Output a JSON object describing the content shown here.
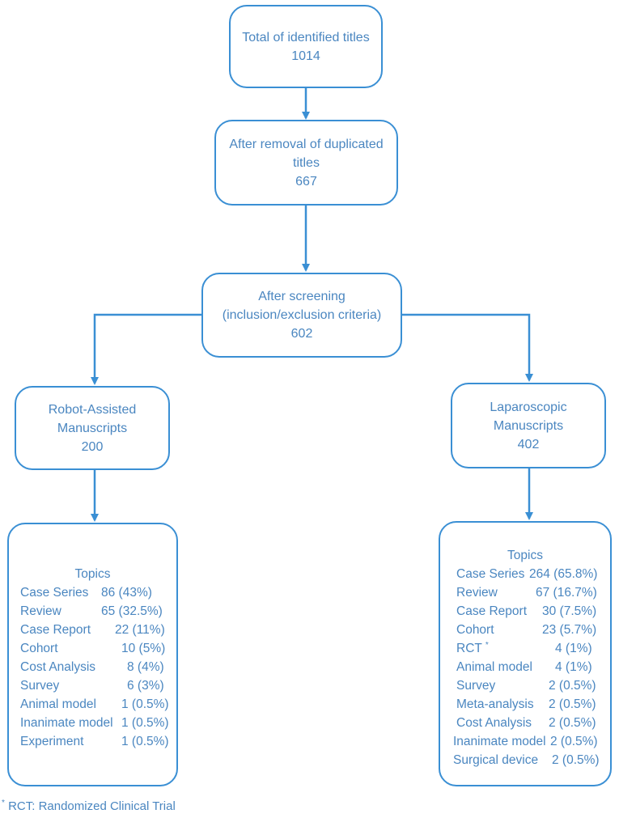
{
  "flow": {
    "identified": {
      "line1": "Total of identified titles",
      "line2": "1014"
    },
    "deduplicated": {
      "line1": "After removal of duplicated",
      "line2": "titles",
      "line3": "667"
    },
    "screened": {
      "line1": "After screening",
      "line2": "(inclusion/exclusion criteria)",
      "line3": "602"
    },
    "robot": {
      "line1": "Robot-Assisted",
      "line2": "Manuscripts",
      "line3": "200"
    },
    "laparoscopic": {
      "line1": "Laparoscopic",
      "line2": "Manuscripts",
      "line3": "402"
    }
  },
  "robot_topics": {
    "heading": "Topics",
    "rows": [
      {
        "label": "Case Series",
        "value": "86 (43%)"
      },
      {
        "label": "Review",
        "value": "65 (32.5%)"
      },
      {
        "label": "Case Report",
        "value": "22 (11%)"
      },
      {
        "label": "Cohort",
        "value": "10 (5%)"
      },
      {
        "label": "Cost Analysis",
        "value": "8 (4%)"
      },
      {
        "label": "Survey",
        "value": "6 (3%)"
      },
      {
        "label": "Animal model",
        "value": "1 (0.5%)"
      },
      {
        "label": "Inanimate model",
        "value": "1 (0.5%)"
      },
      {
        "label": "Experiment",
        "value": "1 (0.5%)"
      }
    ]
  },
  "laparoscopic_topics": {
    "heading": "Topics",
    "rows": [
      {
        "label": "Case Series",
        "value": "264 (65.8%)"
      },
      {
        "label": "Review",
        "value": "67 (16.7%)"
      },
      {
        "label": "Case Report",
        "value": "30 (7.5%)"
      },
      {
        "label": "Cohort",
        "value": "23 (5.7%)"
      },
      {
        "label": "RCT",
        "value": "4 (1%)",
        "mark": "*"
      },
      {
        "label": "Animal model",
        "value": "4 (1%)"
      },
      {
        "label": "Survey",
        "value": "2 (0.5%)"
      },
      {
        "label": "Meta-analysis",
        "value": "2 (0.5%)"
      },
      {
        "label": "Cost Analysis",
        "value": "2 (0.5%)"
      },
      {
        "label": "Inanimate model",
        "value": "2 (0.5%)"
      },
      {
        "label": "Surgical device",
        "value": "2 (0.5%)"
      }
    ]
  },
  "footnote": {
    "mark": "*",
    "text": " RCT: Randomized Clinical Trial"
  },
  "colors": {
    "line": "#3a8fd4",
    "text": "#4a86c0"
  }
}
